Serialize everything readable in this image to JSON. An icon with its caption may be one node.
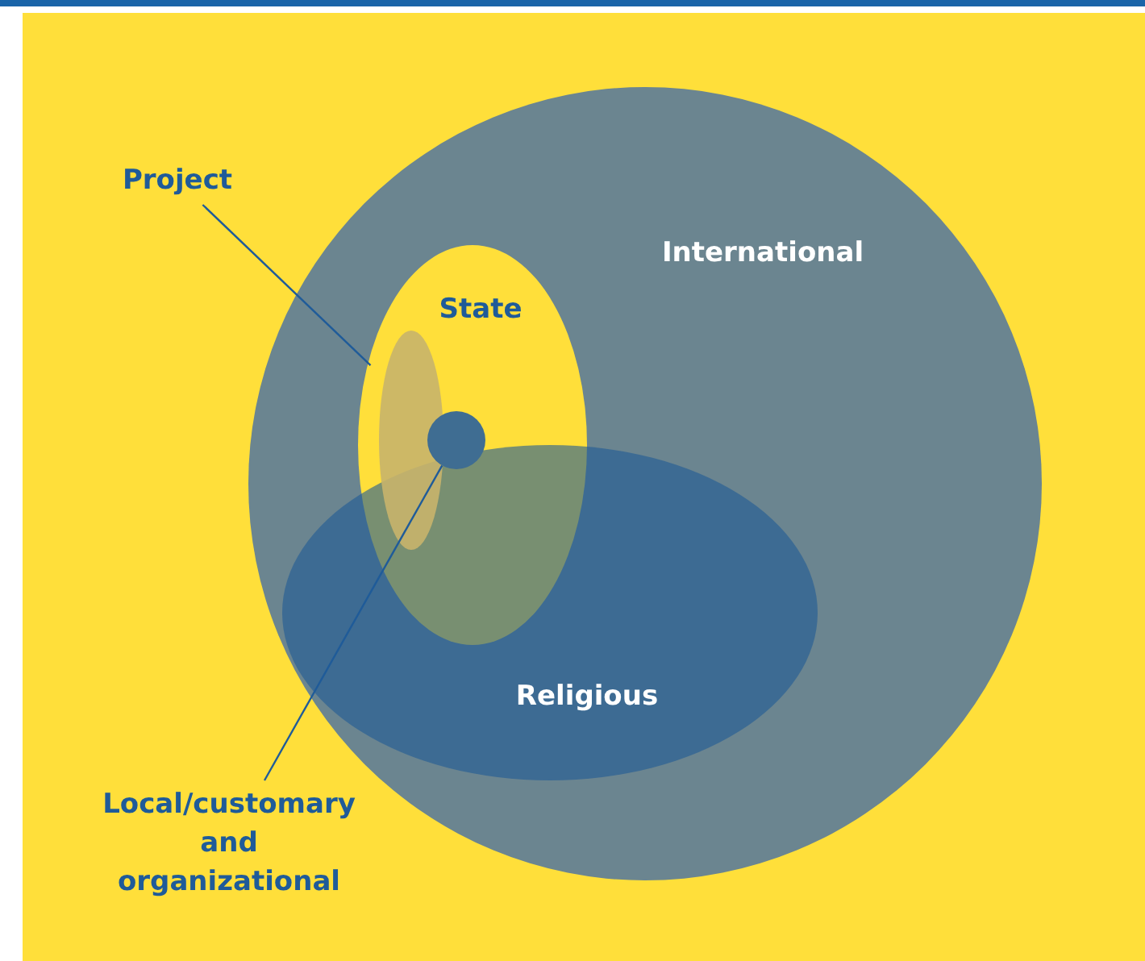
{
  "diagram": {
    "nodes": [
      {
        "text": [
          "International"
        ]
      },
      {
        "text": [
          "State"
        ],
        "in": 0
      },
      {
        "text": [],
        "shape": "ellipse",
        "in": 1
      },
      {
        "text": [],
        "shape": "circle",
        "in": 1
      },
      {
        "text": [
          "Religious"
        ],
        "in": 0
      },
      {
        "text": [
          "Project"
        ]
      },
      {
        "text": [
          "Local/customary and organizational"
        ]
      }
    ],
    "edges": [
      {
        "from": 5,
        "to": 2,
        "arrow": "none"
      },
      {
        "from": 6,
        "to": 3,
        "arrow": "none"
      }
    ]
  }
}
